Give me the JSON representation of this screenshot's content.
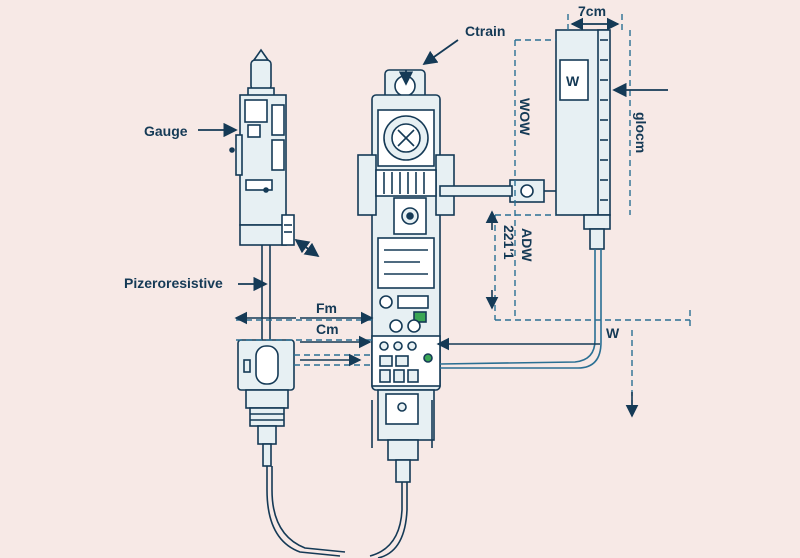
{
  "labels": {
    "ctrain": "Ctrain",
    "gauge": "Gauge",
    "pizeroresistive": "Pizeroresistive",
    "fm": "Fm",
    "cm": "Cm",
    "w_right": "W",
    "w_box": "W",
    "dim_7cm": "7cm",
    "vertical_glocm": "glocm",
    "vertical_wow": "WOW",
    "vertical_221": "221'1",
    "vertical_adw": "ADW"
  },
  "colors": {
    "background": "#f7e9e6",
    "ink": "#153a56",
    "line": "#2a6f93",
    "device_fill": "#e7f0f3",
    "indicator_green": "#3aa655"
  }
}
